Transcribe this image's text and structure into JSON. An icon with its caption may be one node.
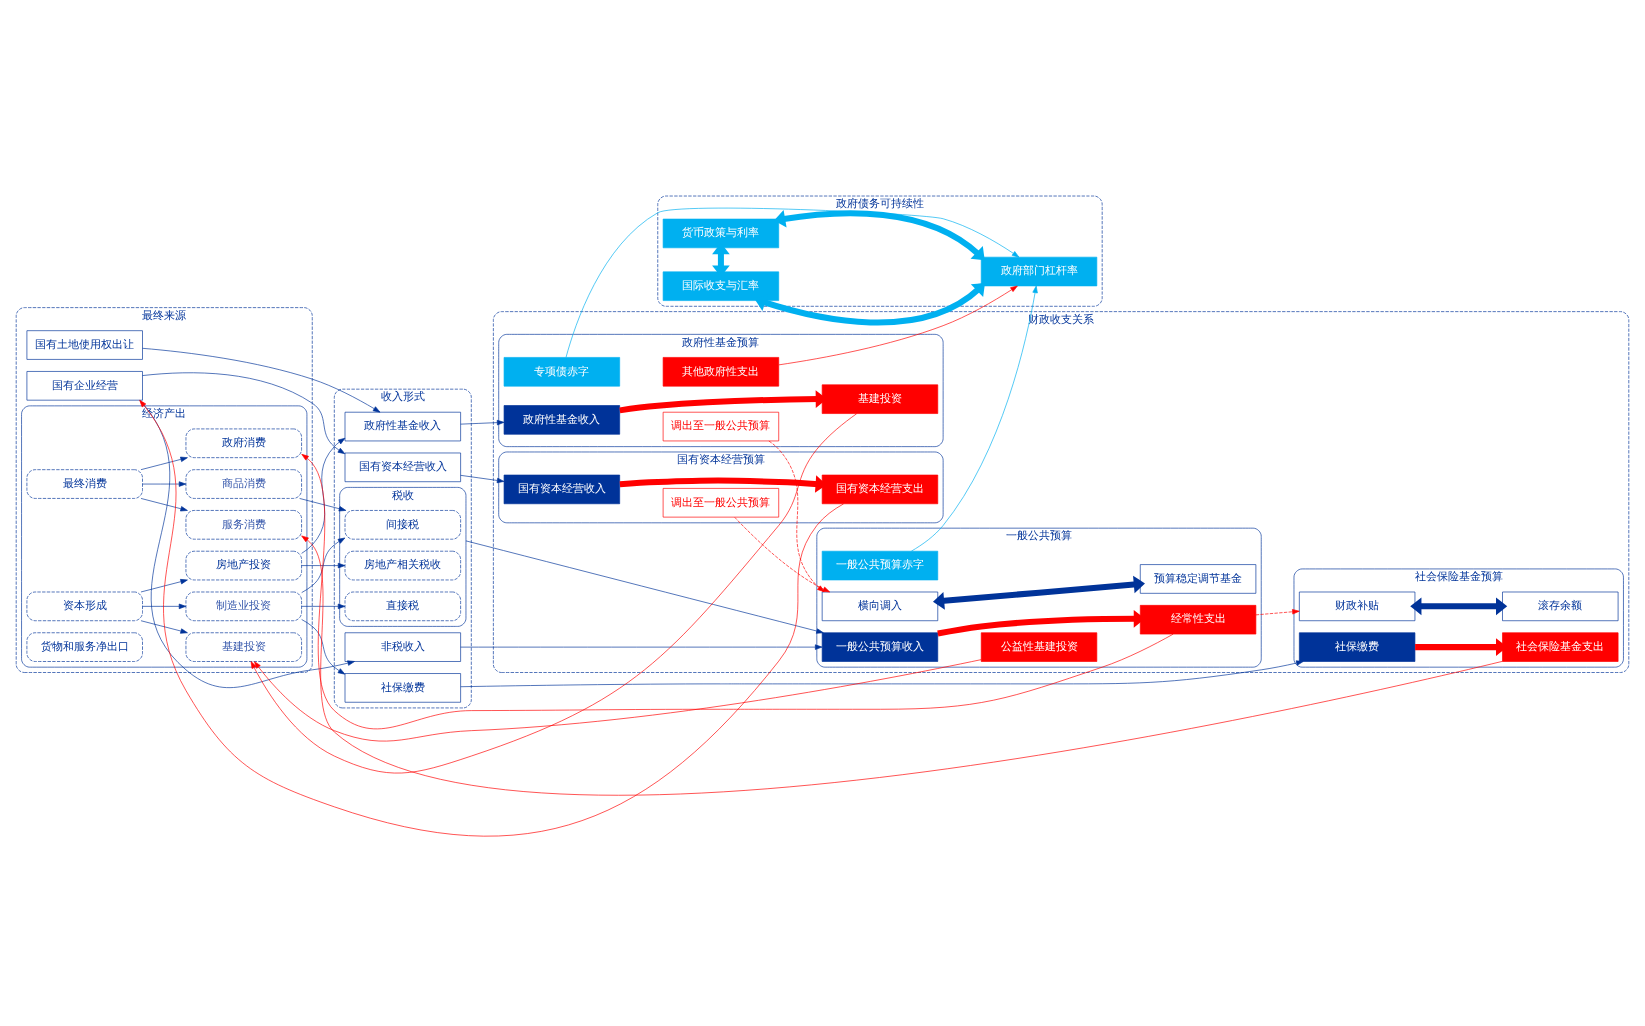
{
  "diagram": {
    "nodes": [
      {
        "text": [
          "最终来源"
        ]
      },
      {
        "text": [
          "经济产出"
        ],
        "in": 0
      },
      {
        "text": [
          "服务消费"
        ],
        "in": 1
      },
      {
        "text": [
          "最终消费"
        ],
        "in": 1
      },
      {
        "text": [
          "商品消费"
        ],
        "in": 1
      },
      {
        "text": [
          "政府消费"
        ],
        "in": 1
      },
      {
        "text": [
          "资本形成"
        ],
        "in": 1
      },
      {
        "text": [
          "制造业投资"
        ],
        "in": 1
      },
      {
        "text": [
          "基建投资"
        ],
        "in": 1
      },
      {
        "text": [
          "房地产投资"
        ],
        "in": 1
      },
      {
        "text": [
          "货物和服务净出口"
        ],
        "in": 1
      },
      {
        "text": [
          "国有企业经营"
        ],
        "in": 0
      },
      {
        "text": [
          "国有土地使用权出让"
        ],
        "in": 0
      },
      {
        "text": [
          "收入形式"
        ]
      },
      {
        "text": [
          "税收"
        ],
        "in": 13
      },
      {
        "text": [
          "间接税"
        ],
        "in": 14
      },
      {
        "text": [
          "直接税"
        ],
        "in": 14
      },
      {
        "text": [
          "房地产相关税收"
        ],
        "in": 14
      },
      {
        "text": [
          "非税收入"
        ],
        "in": 13
      },
      {
        "text": [
          "政府性基金收入"
        ],
        "in": 13
      },
      {
        "text": [
          "国有资本经营收入"
        ],
        "in": 13
      },
      {
        "text": [
          "社保缴费"
        ],
        "in": 13
      },
      {
        "text": [
          "财政收支关系"
        ]
      },
      {
        "text": [
          "一般公共预算"
        ],
        "in": 22
      },
      {
        "text": [
          "一般公共预算收入"
        ],
        "in": 23
      },
      {
        "text": [
          "一般公共预算赤字"
        ],
        "in": 23
      },
      {
        "text": [
          "横向调入"
        ],
        "in": 23
      },
      {
        "text": [
          "经常性支出"
        ],
        "in": 23
      },
      {
        "text": [
          "公益性基建投资"
        ],
        "in": 23
      },
      {
        "text": [
          "预算稳定调节基金"
        ],
        "in": 23
      },
      {
        "text": [
          "政府性基金预算"
        ],
        "in": 22
      },
      {
        "text": [
          "政府性基金收入"
        ],
        "in": 30
      },
      {
        "text": [
          "专项债赤字"
        ],
        "in": 30
      },
      {
        "text": [
          "基建投资"
        ],
        "in": 30
      },
      {
        "text": [
          "其他政府性支出"
        ],
        "in": 30
      },
      {
        "text": [
          "调出至一般公共预算"
        ],
        "in": 30
      },
      {
        "text": [
          "国有资本经营预算"
        ],
        "in": 22
      },
      {
        "text": [
          "国有资本经营收入"
        ],
        "in": 36
      },
      {
        "text": [
          "国有资本经营支出"
        ],
        "in": 36
      },
      {
        "text": [
          "调出至一般公共预算"
        ],
        "in": 36
      },
      {
        "text": [
          "社会保险基金预算"
        ],
        "in": 22
      },
      {
        "text": [
          "社保缴费"
        ],
        "in": 40
      },
      {
        "text": [
          "财政补贴"
        ],
        "in": 40
      },
      {
        "text": [
          "社会保险基金支出"
        ],
        "in": 40
      },
      {
        "text": [
          "滚存余额"
        ],
        "in": 40
      },
      {
        "text": [
          "政府债务可持续性"
        ]
      },
      {
        "text": [
          "政府部门杠杆率"
        ],
        "in": 45
      },
      {
        "text": [
          "货币政策与利率"
        ],
        "in": 45
      },
      {
        "text": [
          "国际收支与汇率"
        ],
        "in": 45
      }
    ],
    "edges": [
      {
        "from": 3,
        "to": 2,
        "arrow": "to"
      },
      {
        "from": 3,
        "to": 4,
        "arrow": "to"
      },
      {
        "from": 3,
        "to": 5,
        "arrow": "to"
      },
      {
        "from": 6,
        "to": 7,
        "arrow": "to"
      },
      {
        "from": 6,
        "to": 8,
        "arrow": "to"
      },
      {
        "from": 6,
        "to": 9,
        "arrow": "to"
      },
      {
        "from": 4,
        "to": 15,
        "arrow": "to"
      },
      {
        "from": 7,
        "to": 15,
        "arrow": "to"
      },
      {
        "from": 7,
        "to": 16,
        "arrow": "to"
      },
      {
        "from": 7,
        "to": 21,
        "arrow": "to"
      },
      {
        "from": 9,
        "to": 17,
        "arrow": "to"
      },
      {
        "from": 9,
        "to": 19,
        "arrow": "to"
      },
      {
        "from": 11,
        "to": 18,
        "arrow": "to"
      },
      {
        "from": 11,
        "to": 20,
        "arrow": "to"
      },
      {
        "from": 12,
        "to": 19,
        "arrow": "to"
      },
      {
        "from": 14,
        "to": 24,
        "arrow": "to"
      },
      {
        "from": 18,
        "to": 24,
        "arrow": "to"
      },
      {
        "from": 19,
        "to": 31,
        "arrow": "to"
      },
      {
        "from": 20,
        "to": 37,
        "arrow": "to"
      },
      {
        "from": 21,
        "to": 41,
        "arrow": "to"
      },
      {
        "from": 24,
        "to": 27,
        "arrow": "to",
        "style": "thick",
        "color": "#ff0000"
      },
      {
        "from": 26,
        "to": 29,
        "arrow": "both",
        "style": "thick"
      },
      {
        "from": 31,
        "to": 33,
        "arrow": "to",
        "style": "thick",
        "color": "#ff0000"
      },
      {
        "from": 37,
        "to": 38,
        "arrow": "to",
        "style": "thick",
        "color": "#ff0000"
      },
      {
        "from": 41,
        "to": 43,
        "arrow": "to",
        "style": "thick",
        "color": "#ff0000"
      },
      {
        "from": 42,
        "to": 44,
        "arrow": "both",
        "style": "thick"
      },
      {
        "from": 27,
        "to": 5,
        "arrow": "to",
        "color": "#ff0000"
      },
      {
        "from": 28,
        "to": 8,
        "arrow": "to",
        "color": "#ff0000"
      },
      {
        "from": 33,
        "to": 8,
        "arrow": "to",
        "color": "#ff0000"
      },
      {
        "from": 38,
        "to": 11,
        "arrow": "to",
        "color": "#ff0000"
      },
      {
        "from": 43,
        "to": 2,
        "arrow": "to",
        "color": "#ff0000"
      },
      {
        "from": 34,
        "to": 46,
        "arrow": "to",
        "color": "#ff0000"
      },
      {
        "from": 27,
        "to": 42,
        "arrow": "to",
        "style": "dashed",
        "color": "#ff0000"
      },
      {
        "from": 35,
        "to": 26,
        "arrow": "to",
        "style": "dashed",
        "color": "#ff0000"
      },
      {
        "from": 39,
        "to": 26,
        "arrow": "to",
        "style": "dashed",
        "color": "#ff0000"
      },
      {
        "from": 25,
        "to": 46,
        "arrow": "to",
        "color": "#00b0f0"
      },
      {
        "from": 32,
        "to": 46,
        "arrow": "to",
        "color": "#00b0f0"
      },
      {
        "from": 47,
        "to": 46,
        "arrow": "both",
        "style": "thick",
        "color": "#00b0f0"
      },
      {
        "from": 48,
        "to": 46,
        "arrow": "both",
        "style": "thick",
        "color": "#00b0f0"
      },
      {
        "from": 47,
        "to": 48,
        "arrow": "both",
        "style": "thick",
        "color": "#00b0f0"
      }
    ]
  }
}
